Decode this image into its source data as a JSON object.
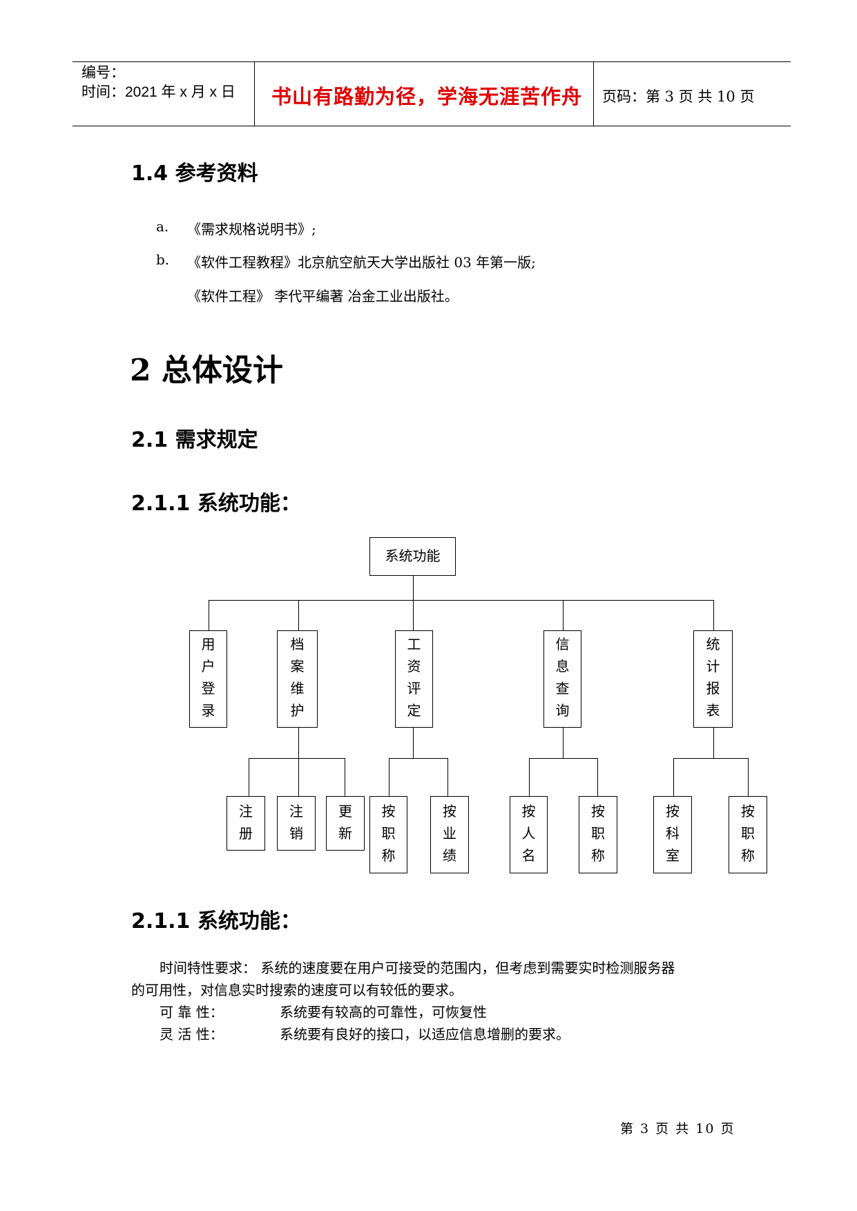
{
  "header": {
    "number_label": "编号：",
    "time_label": "时间：2021 年 x 月 x 日",
    "motto": "书山有路勤为径，学海无涯苦作舟",
    "page_info": "页码：第 3 页  共 10 页"
  },
  "sections": {
    "s14_title": "1.4 参考资料",
    "refs": [
      {
        "marker": "a.",
        "text": "《需求规格说明书》;"
      },
      {
        "marker": "b.",
        "text": "《软件工程教程》北京航空航天大学出版社 03 年第一版;"
      },
      {
        "marker": "",
        "text": "《软件工程》  李代平编著  冶金工业出版社。"
      }
    ],
    "s2_title": "2 总体设计",
    "s21_title": "2.1 需求规定",
    "s211_title": "2.1.1 系统功能：",
    "s211b_title": "2.1.1 系统功能："
  },
  "diagram": {
    "root": "系统功能",
    "level1": [
      {
        "label": [
          "用",
          "户",
          "登",
          "录"
        ]
      },
      {
        "label": [
          "档",
          "案",
          "维",
          "护"
        ]
      },
      {
        "label": [
          "工",
          "资",
          "评",
          "定"
        ]
      },
      {
        "label": [
          "信",
          "息",
          "查",
          "询"
        ]
      },
      {
        "label": [
          "统",
          "计",
          "报",
          "表"
        ]
      }
    ],
    "level2": [
      {
        "label": [
          "注",
          "册"
        ]
      },
      {
        "label": [
          "注",
          "销"
        ]
      },
      {
        "label": [
          "更",
          "新"
        ]
      },
      {
        "label": [
          "按",
          "职",
          "称"
        ]
      },
      {
        "label": [
          "按",
          "业",
          "绩"
        ]
      },
      {
        "label": [
          "按",
          "人",
          "名"
        ]
      },
      {
        "label": [
          "按",
          "职",
          "称"
        ]
      },
      {
        "label": [
          "按",
          "科",
          "室"
        ]
      },
      {
        "label": [
          "按",
          "职",
          "称"
        ]
      }
    ]
  },
  "requirements": {
    "line1": "时间特性要求：   系统的速度要在用户可接受的范围内，但考虑到需要实时检测服务器",
    "line2": "的可用性，对信息实时搜索的速度可以有较低的要求。",
    "rel_label": "可      靠      性：",
    "rel_text": "系统要有较高的可靠性，可恢复性",
    "flex_label": "灵      活      性：",
    "flex_text": "系统要有良好的接口，以适应信息增删的要求。"
  },
  "footer": {
    "page_text": "第 3 页 共 10 页"
  }
}
